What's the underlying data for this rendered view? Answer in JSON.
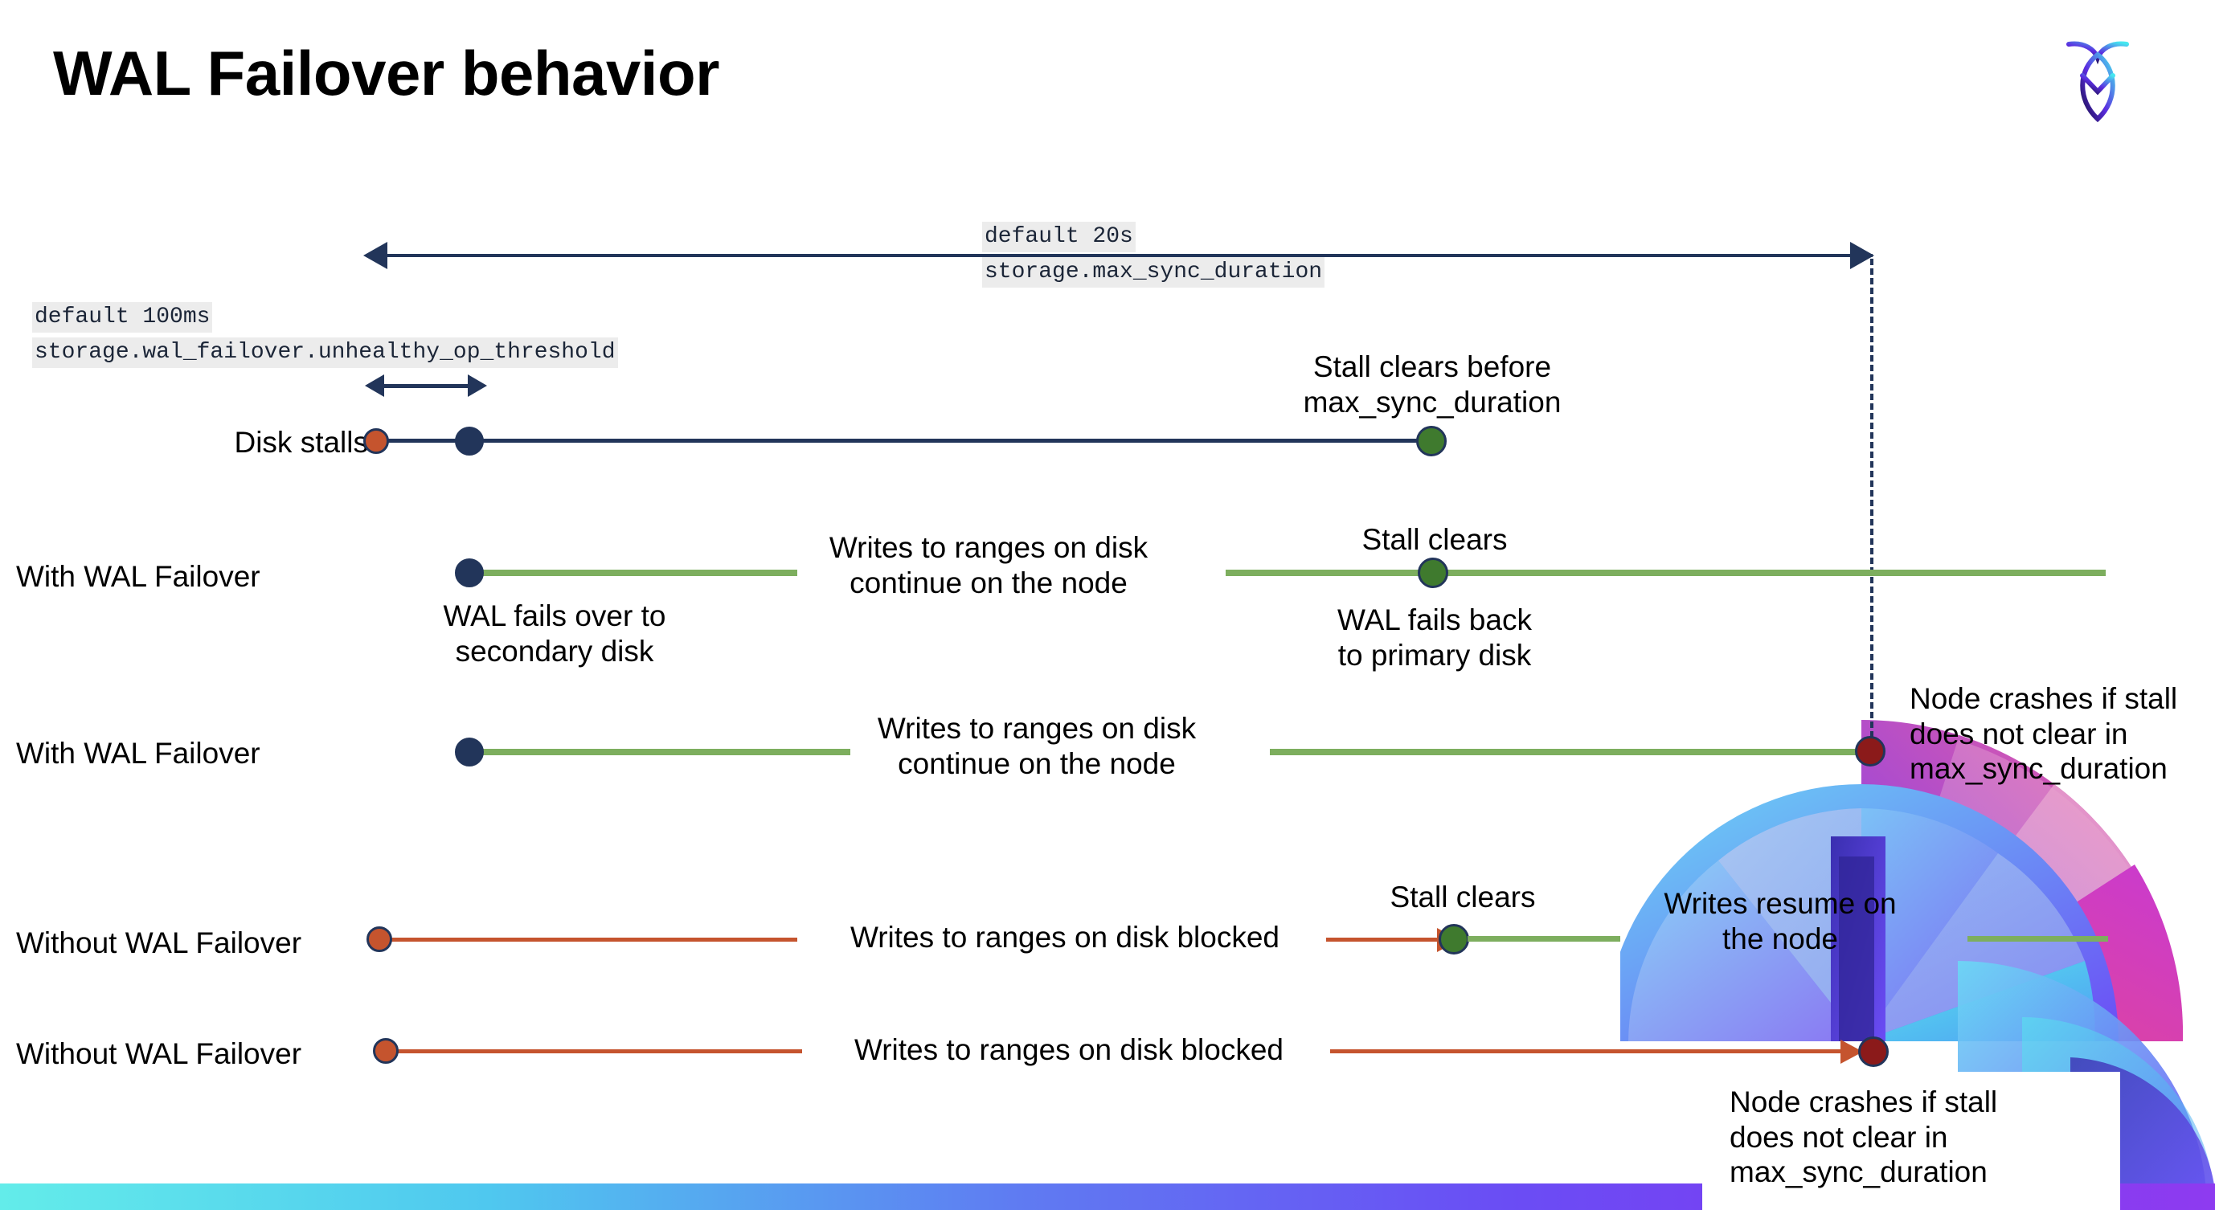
{
  "slide": {
    "title": "WAL Failover behavior",
    "logo_icon": "cockroach-labs-logo-icon"
  },
  "annotations": {
    "max_sync": {
      "default_line": "default 20s",
      "setting_line": "storage.max_sync_duration"
    },
    "unhealthy_op": {
      "default_line": "default 100ms",
      "setting_line": "storage.wal_failover.unhealthy_op_threshold"
    }
  },
  "rows": [
    {
      "id": "disk-stalls",
      "label": "Disk stalls",
      "notes": [
        {
          "id": "stall-clears-before",
          "text": "Stall clears before\nmax_sync_duration"
        }
      ]
    },
    {
      "id": "with-wal-failover-recovers",
      "label": "With WAL Failover",
      "notes": [
        {
          "id": "wal-fails-over",
          "text": "WAL fails over to\nsecondary disk"
        },
        {
          "id": "writes-continue",
          "text": "Writes to ranges on disk\ncontinue on the node"
        },
        {
          "id": "stall-clears",
          "text": "Stall clears"
        },
        {
          "id": "wal-fails-back",
          "text": "WAL fails  back\nto primary disk"
        }
      ]
    },
    {
      "id": "with-wal-failover-crashes",
      "label": "With WAL Failover",
      "notes": [
        {
          "id": "writes-continue-2",
          "text": "Writes to ranges on disk\ncontinue on the node"
        },
        {
          "id": "node-crashes-1",
          "text": "Node crashes if stall\ndoes not clear in\nmax_sync_duration"
        }
      ]
    },
    {
      "id": "without-wal-failover-recovers",
      "label": "Without WAL Failover",
      "notes": [
        {
          "id": "writes-blocked",
          "text": "Writes to ranges on disk  blocked"
        },
        {
          "id": "stall-clears-2",
          "text": "Stall clears"
        },
        {
          "id": "writes-resume",
          "text": "Writes resume on\nthe node"
        }
      ]
    },
    {
      "id": "without-wal-failover-crashes",
      "label": "Without WAL Failover",
      "notes": [
        {
          "id": "writes-blocked-2",
          "text": "Writes to ranges on disk  blocked"
        },
        {
          "id": "node-crashes-2",
          "text": "Node crashes if stall\ndoes not clear in\nmax_sync_duration"
        }
      ]
    }
  ],
  "legend_markers": {
    "stall-start": "orange dot — disk stall begins",
    "failover": "navy dot — WAL failover point",
    "clear": "green dot — stall clears",
    "crash": "dark-red dot — node crash"
  },
  "colors": {
    "navy": "#22355a",
    "orange": "#c5542e",
    "green_line": "#7dae5e",
    "green_dot": "#3f7a2e",
    "dark_red": "#8b1a1a",
    "code_bg": "#ececec"
  }
}
